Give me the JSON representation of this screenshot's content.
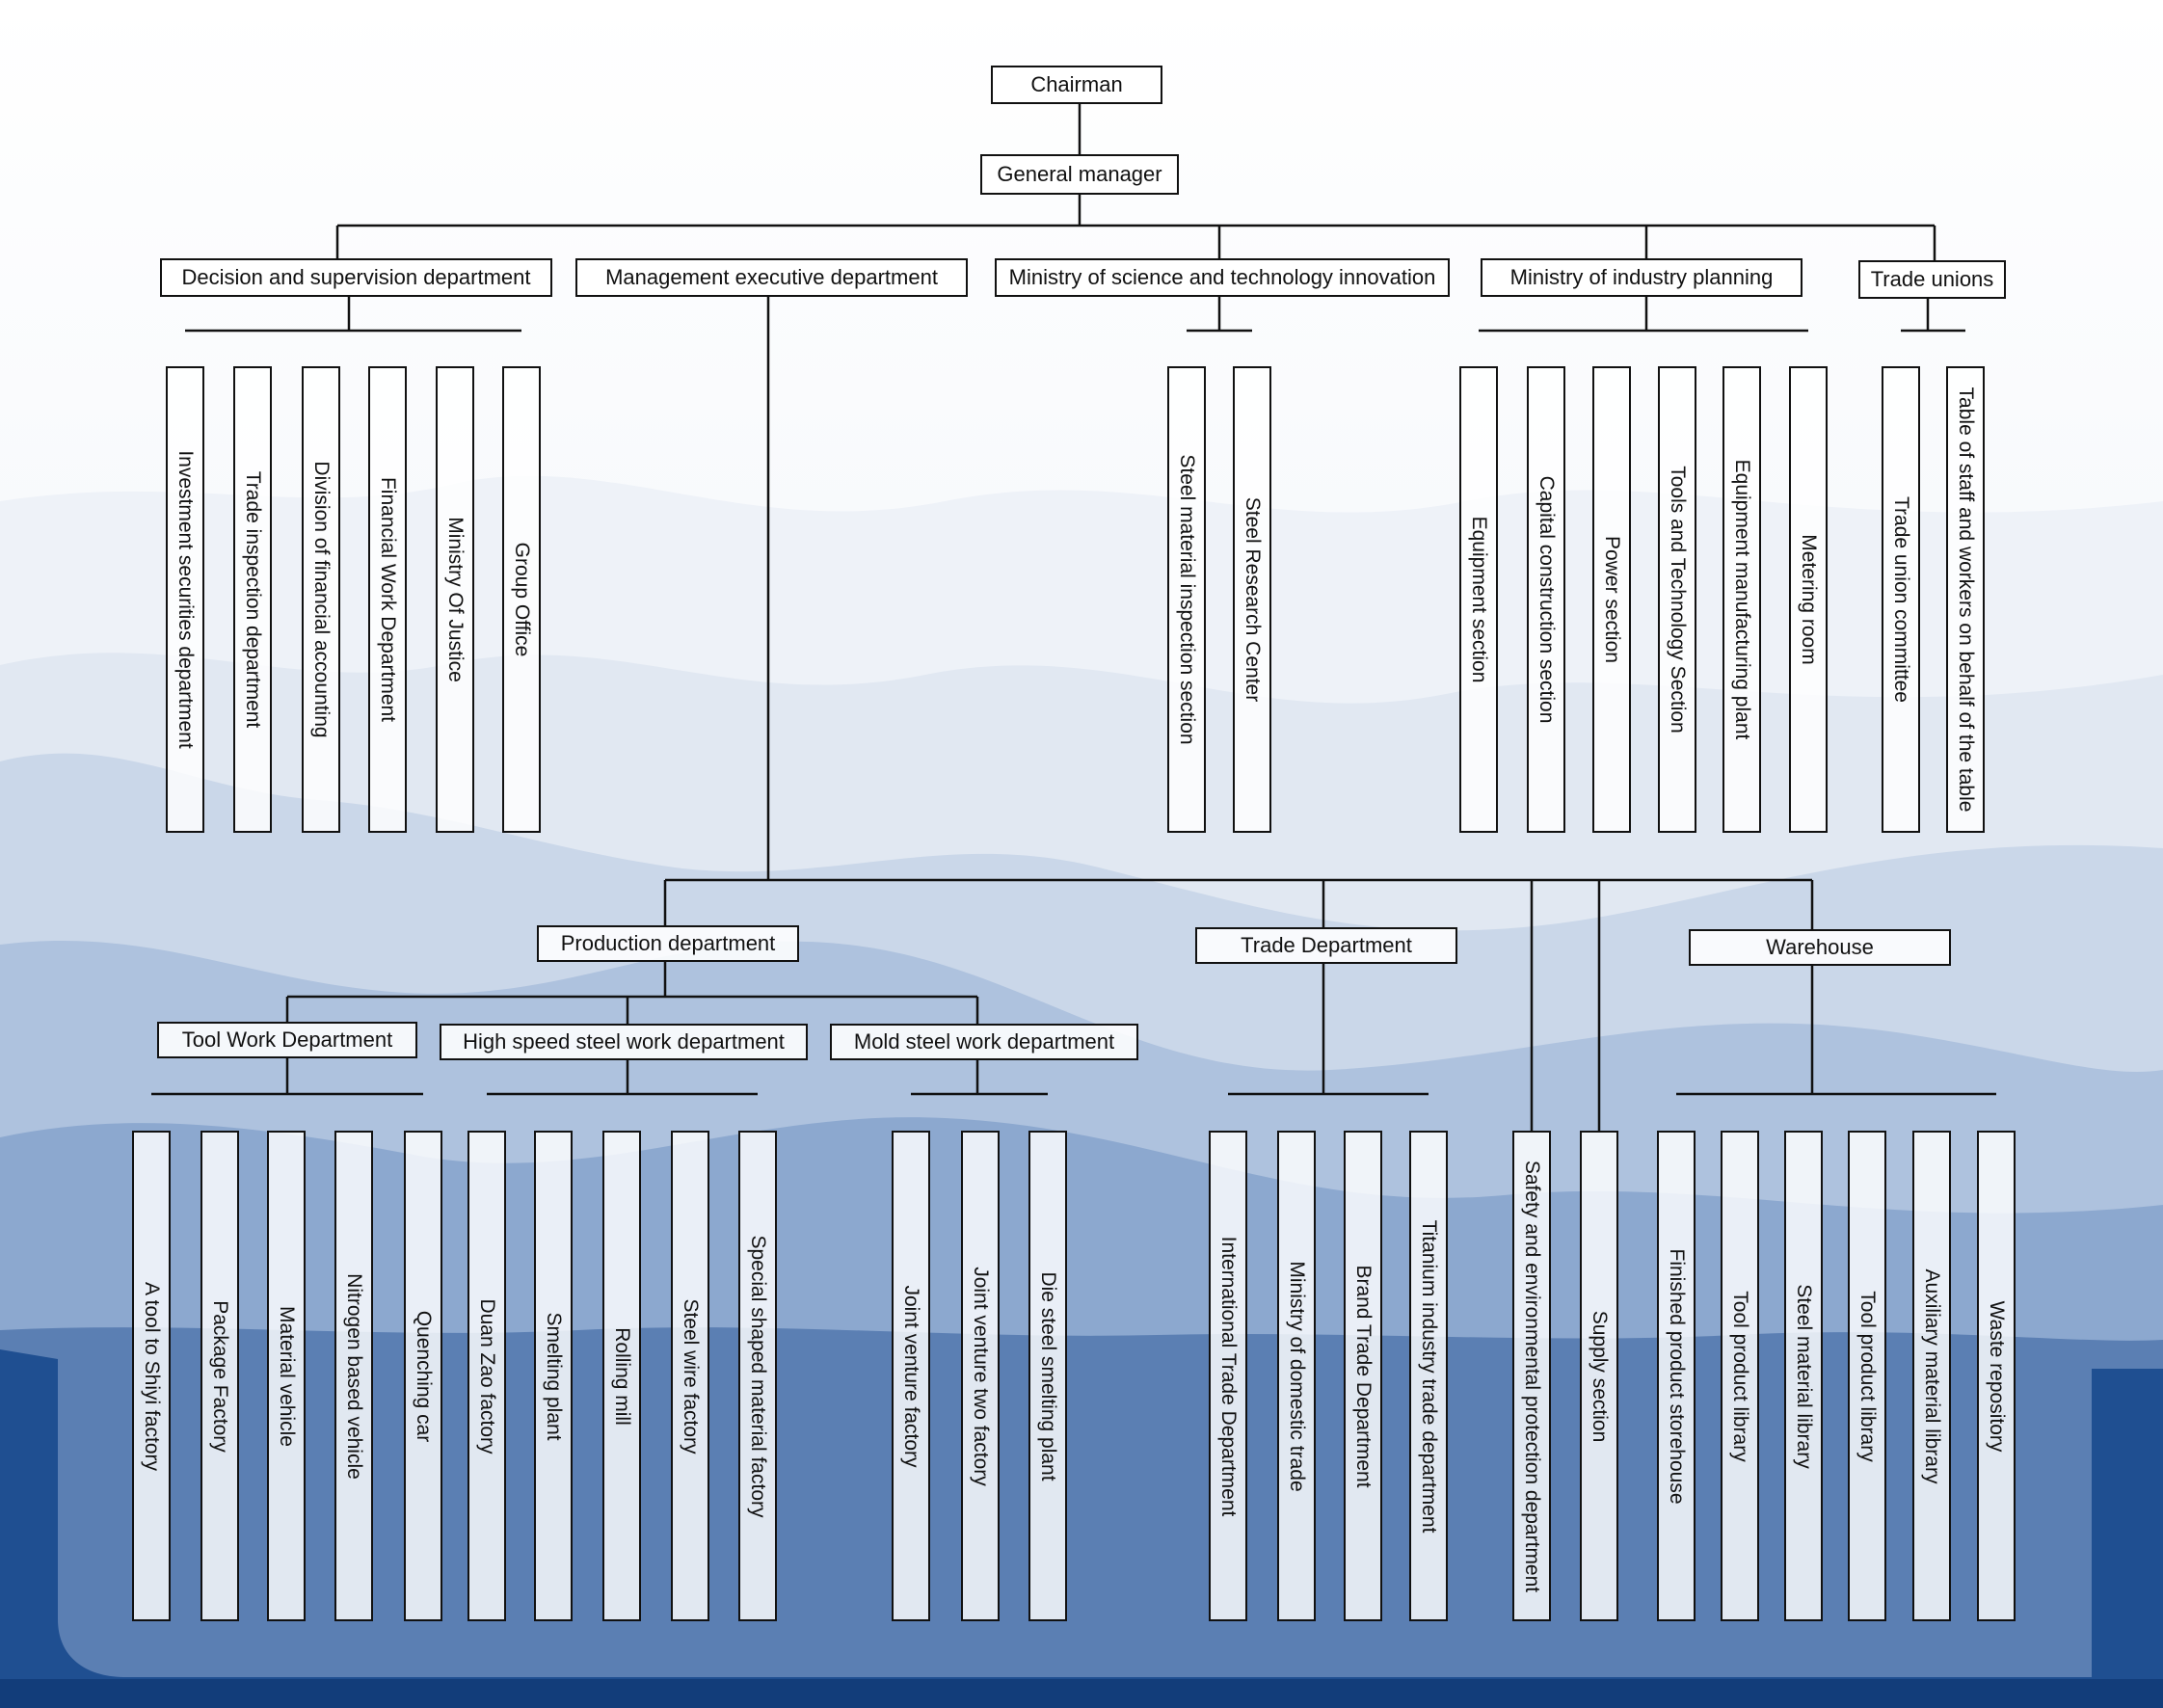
{
  "root": {
    "label": "Chairman"
  },
  "gm": {
    "label": "General manager"
  },
  "departments": [
    {
      "label": "Decision and supervision department"
    },
    {
      "label": "Management executive department"
    },
    {
      "label": "Ministry of science and technology innovation"
    },
    {
      "label": "Ministry of industry planning"
    },
    {
      "label": "Trade unions"
    }
  ],
  "decision_units": [
    {
      "label": "Investment securities department"
    },
    {
      "label": "Trade inspection department"
    },
    {
      "label": "Division of financial accounting"
    },
    {
      "label": "Financial Work Department"
    },
    {
      "label": "Ministry Of Justice"
    },
    {
      "label": "Group Office"
    }
  ],
  "science_units": [
    {
      "label": "Steel material inspection section"
    },
    {
      "label": "Steel Research Center"
    }
  ],
  "planning_units": [
    {
      "label": "Equipment section"
    },
    {
      "label": "Capital construction section"
    },
    {
      "label": "Power section"
    },
    {
      "label": "Tools and Technology Section"
    },
    {
      "label": "Equipment manufacturing plant"
    },
    {
      "label": "Metering room"
    }
  ],
  "union_units": [
    {
      "label": "Trade union committee"
    },
    {
      "label": "Table of staff and workers on behalf of the table"
    }
  ],
  "mgmt_children": [
    {
      "label": "Production department"
    },
    {
      "label": "Trade Department"
    },
    {
      "label": "Warehouse"
    }
  ],
  "mgmt_direct_units": [
    {
      "label": "Safety and environmental protection department"
    },
    {
      "label": "Supply section"
    }
  ],
  "production_children": [
    {
      "label": "Tool Work Department"
    },
    {
      "label": "High speed steel work department"
    },
    {
      "label": "Mold steel work department"
    }
  ],
  "tool_units": [
    {
      "label": "A tool to Shiyi factory"
    },
    {
      "label": "Package Factory"
    },
    {
      "label": "Material vehicle"
    },
    {
      "label": "Nitrogen based vehicle"
    },
    {
      "label": "Quenching car"
    }
  ],
  "hss_units": [
    {
      "label": "Duan Zao factory"
    },
    {
      "label": "Smelting plant"
    },
    {
      "label": "Rolling mill"
    },
    {
      "label": "Steel wire factory"
    },
    {
      "label": "Special shaped material factory"
    }
  ],
  "mold_units": [
    {
      "label": "Joint venture factory"
    },
    {
      "label": "Joint venture two factory"
    },
    {
      "label": "Die steel smelting plant"
    }
  ],
  "trade_units": [
    {
      "label": "International Trade Department"
    },
    {
      "label": "Ministry of domestic trade"
    },
    {
      "label": "Brand Trade Department"
    },
    {
      "label": "Titanium industry trade department"
    }
  ],
  "warehouse_units": [
    {
      "label": "Finished product storehouse"
    },
    {
      "label": "Tool product library"
    },
    {
      "label": "Steel material library"
    },
    {
      "label": "Tool product library"
    },
    {
      "label": "Auxiliary material library"
    },
    {
      "label": "Waste repository"
    }
  ]
}
